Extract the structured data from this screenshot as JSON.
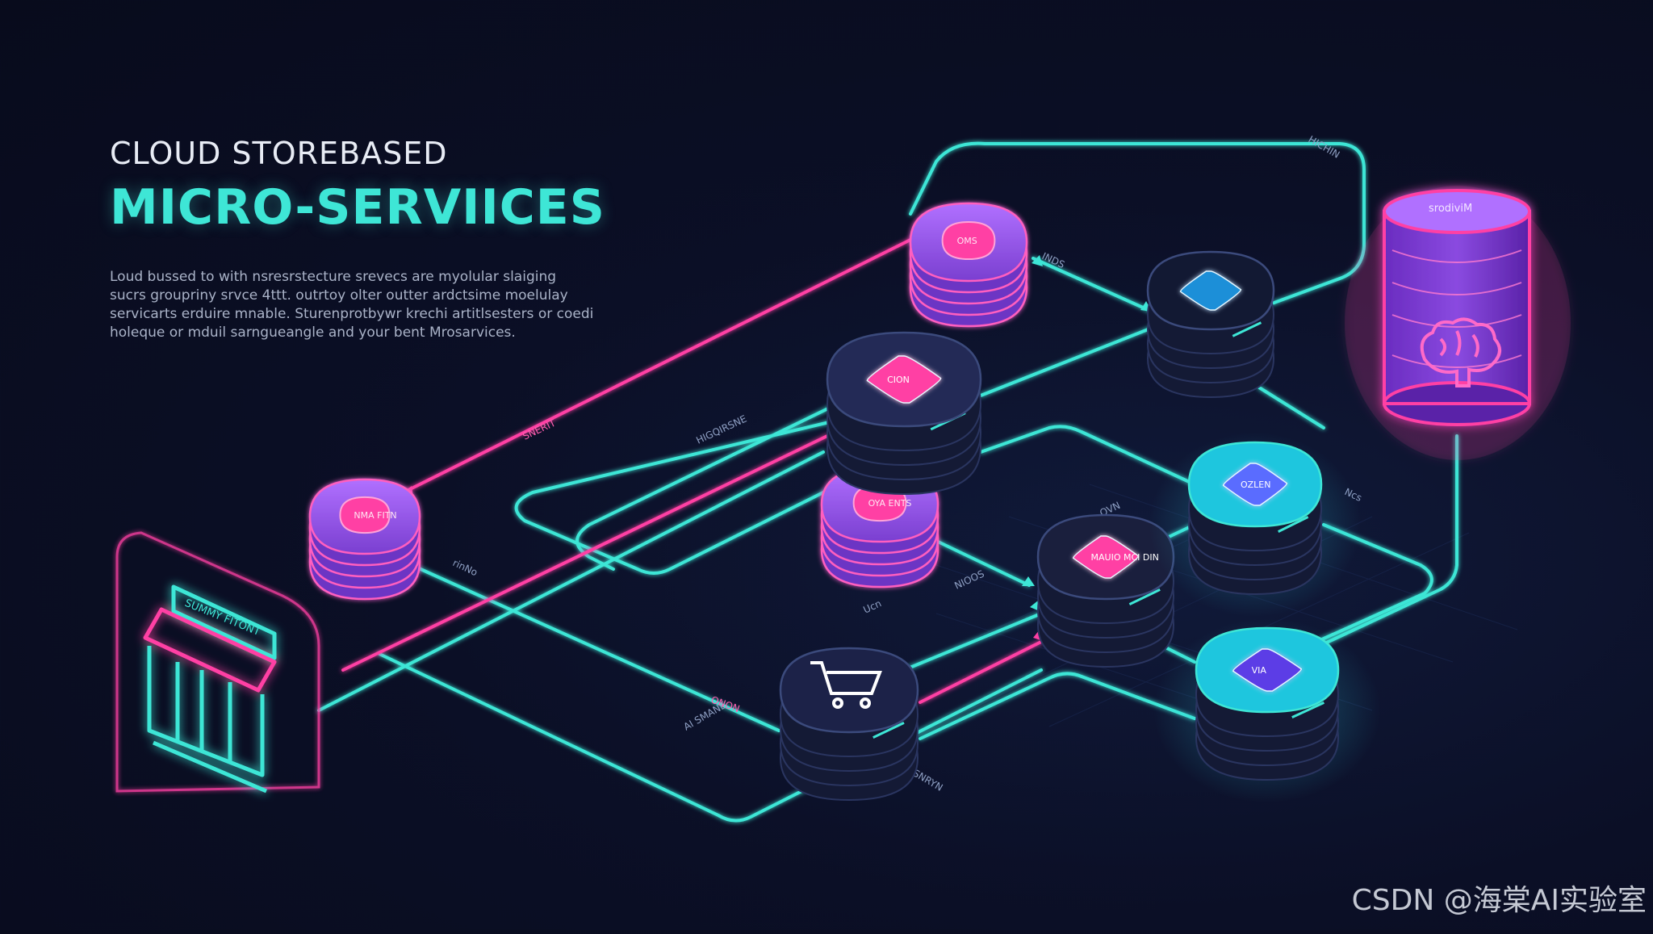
{
  "heading": {
    "eyebrow": "CLOUD STOREBASED",
    "title": "MICRO-SERVIICES",
    "body": "Loud bussed to with nsresrstecture srevecs are myolular slaiging sucrs groupriny srvce 4ttt. outrtoy olter outter ardctsime moelulay servicarts erduire mnable. Sturenprotbywr krechi artitlsesters or coedi holeque or mduil sarngueangle and your bent Mrosarvices."
  },
  "watermark": "CSDN @海棠AI实验室",
  "nodes": {
    "storefront": {
      "label": "SUMMY FITONT"
    },
    "left_stack": {
      "label": "NMA FITN"
    },
    "top_stack": {
      "label": "OMS"
    },
    "mid_server": {
      "label": "CION"
    },
    "mid_stack": {
      "label": "OYA ENTS"
    },
    "cart_server": {
      "label": ""
    },
    "dark_server_top": {
      "label": ""
    },
    "pink_server": {
      "label": "MAUIO MCI DIN"
    },
    "cyan_server": {
      "label": "OZLEN"
    },
    "blue_server": {
      "label": "VIA"
    },
    "database": {
      "label": "srodiviM"
    }
  },
  "connection_labels": [
    "SNERIT",
    "HIGQIRSNE",
    "rinNo",
    "AI SMANE",
    "ONON",
    "NIOOS",
    "Ucn",
    "OVN",
    "SNRYN",
    "INDS",
    "HICHIN",
    "Ncs"
  ],
  "colors": {
    "cyan": "#3ee6d6",
    "magenta": "#ff3fa4",
    "purple": "#a45cf0",
    "dark_blue": "#0b0f26"
  }
}
